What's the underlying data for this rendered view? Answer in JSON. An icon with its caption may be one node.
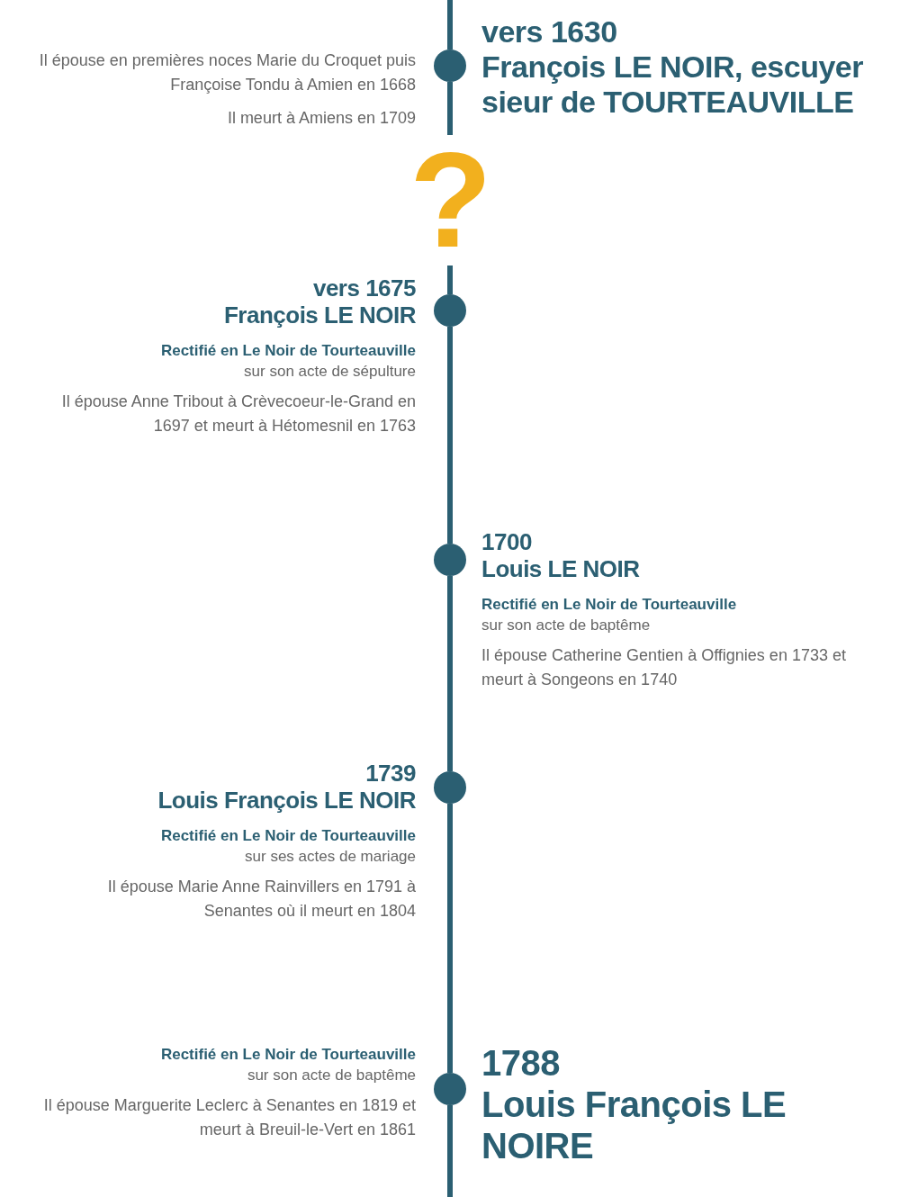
{
  "diagram": {
    "nodes": [
      {
        "text": [
          "vers 1630",
          "François LE NOIR, escuyer sieur de TOURTEAUVILLE",
          "Il épouse en premières noces Marie du Croquet puis Françoise Tondu à Amien en 1668",
          "Il meurt à Amiens en 1709"
        ]
      },
      {
        "text": [
          "?"
        ]
      },
      {
        "text": [
          "vers 1675",
          "François LE NOIR",
          "Rectifié en Le Noir de Tourteauville",
          "sur son acte de sépulture",
          "Il épouse Anne Tribout à Crèvecoeur-le-Grand en 1697 et meurt à Hétomesnil en 1763"
        ]
      },
      {
        "text": [
          "1700",
          "Louis LE NOIR",
          "Rectifié en Le Noir de Tourteauville",
          "sur son acte de baptême",
          "Il épouse Catherine Gentien à Offignies en 1733 et meurt à Songeons en 1740"
        ]
      },
      {
        "text": [
          "1739",
          "Louis François LE NOIR",
          "Rectifié en Le Noir de Tourteauville",
          "sur ses actes de mariage",
          "Il épouse Marie Anne Rainvillers en 1791 à Senantes où il meurt en 1804"
        ]
      },
      {
        "text": [
          "1788",
          "Louis François LE NOIRE",
          "Rectifié en Le Noir de Tourteauville",
          "sur son acte de baptême",
          "Il épouse Marguerite Leclerc à Senantes en 1819 et meurt à Breuil-le-Vert en 1861"
        ]
      }
    ],
    "edges": [
      {
        "from": null,
        "to": 0,
        "arrow": "none"
      },
      {
        "from": 0,
        "to": 1,
        "arrow": "none"
      },
      {
        "from": 1,
        "to": 2,
        "arrow": "none"
      },
      {
        "from": 2,
        "to": 3,
        "arrow": "none"
      },
      {
        "from": 3,
        "to": 4,
        "arrow": "none"
      },
      {
        "from": 4,
        "to": 5,
        "arrow": "none"
      },
      {
        "from": 5,
        "to": null,
        "arrow": "none"
      }
    ]
  }
}
